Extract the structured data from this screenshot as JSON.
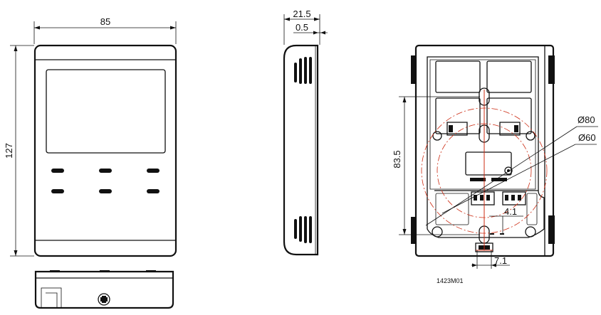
{
  "front_view": {
    "width_label": "85",
    "height_label": "127"
  },
  "side_view": {
    "depth_label": "21.5",
    "offset_label": "0.5"
  },
  "rear_view": {
    "hole_distance_label": "83.5",
    "circle_large_label": "Ø80",
    "circle_small_label": "Ø60",
    "slot_spacing_label": "4.1",
    "bottom_width_label": "7.1"
  },
  "drawing_code": "1423M01"
}
